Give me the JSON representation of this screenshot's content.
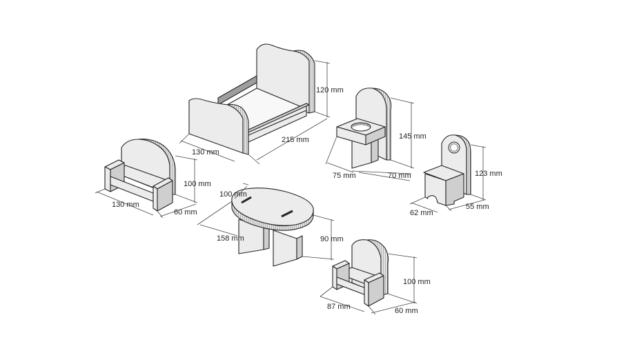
{
  "dimensions": {
    "bed": {
      "height": "120 mm",
      "length": "215 mm",
      "width": "130 mm"
    },
    "high_chair": {
      "height": "145 mm",
      "width": "75 mm",
      "depth": "70 mm"
    },
    "small_chair": {
      "height": "123 mm",
      "width": "62 mm",
      "depth": "55 mm"
    },
    "sofa": {
      "height": "100 mm",
      "width": "130 mm",
      "depth": "60 mm"
    },
    "table": {
      "depth": "100 mm",
      "width": "158 mm",
      "height": "90 mm"
    },
    "armchair": {
      "height": "100 mm",
      "width": "87 mm",
      "depth": "60 mm"
    }
  }
}
